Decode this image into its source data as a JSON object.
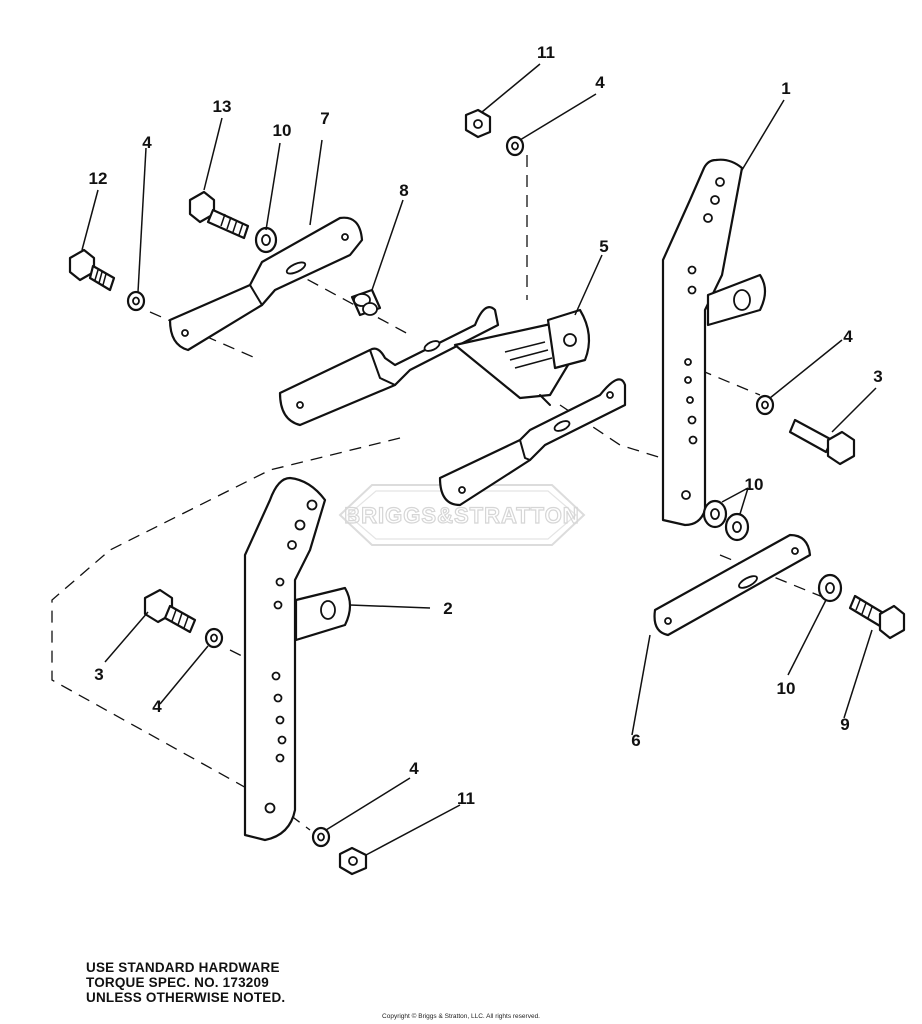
{
  "watermark": {
    "text": "BRIGGS&STRATTON"
  },
  "part_labels": {
    "p1": "1",
    "p2": "2",
    "p3a": "3",
    "p3b": "3",
    "p4a": "4",
    "p4b": "4",
    "p4c": "4",
    "p4d": "4",
    "p4e": "4",
    "p5": "5",
    "p6": "6",
    "p7": "7",
    "p8": "8",
    "p9": "9",
    "p10a": "10",
    "p10b": "10",
    "p10c": "10",
    "p11a": "11",
    "p11b": "11",
    "p12": "12",
    "p13": "13"
  },
  "note": {
    "line1": "USE STANDARD HARDWARE",
    "line2": "TORQUE SPEC. NO. 173209",
    "line3": "UNLESS OTHERWISE NOTED."
  },
  "copyright": "Copyright © Briggs & Stratton, LLC. All rights reserved."
}
